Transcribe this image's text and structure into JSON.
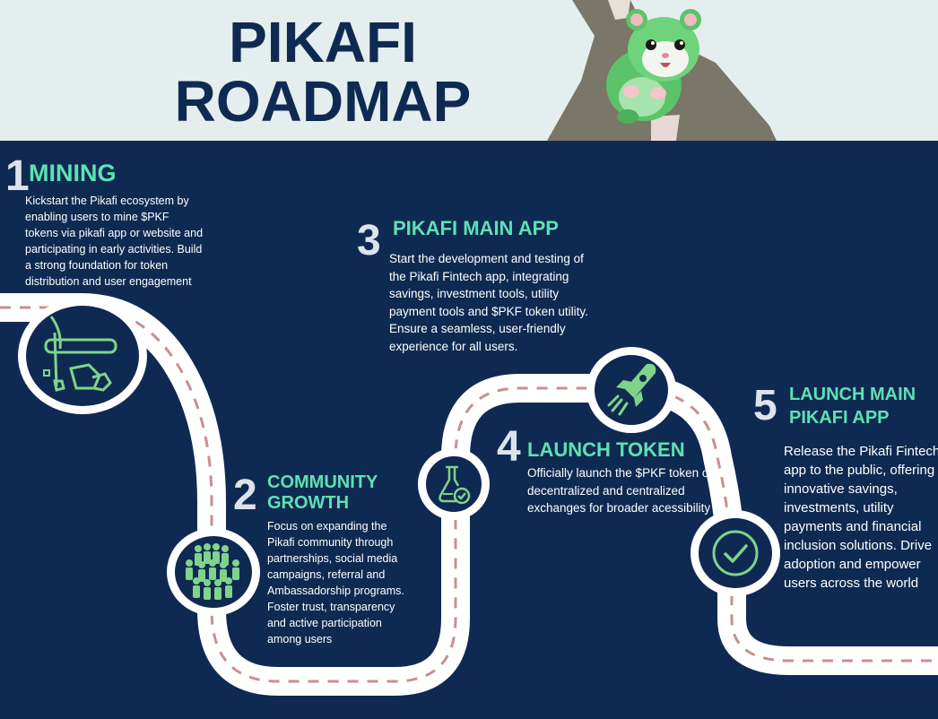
{
  "header": {
    "title_line1": "PIKAFI",
    "title_line2": "ROADMAP"
  },
  "colors": {
    "navy": "#0f2a52",
    "header_bg": "#e4eeee",
    "accent_green": "#5fe0b5",
    "icon_green": "#7fd48a",
    "road_white": "#ffffff",
    "dash_pink": "#c98f8f"
  },
  "stages": [
    {
      "number": "1",
      "title": "MINING",
      "icon": "pickaxe-icon",
      "description": "Kickstart the Pikafi ecosystem by enabling users to mine $PKF tokens via pikafi app or website and participating in early activities. Build a strong foundation for token distribution and user engagement"
    },
    {
      "number": "2",
      "title_line1": "COMMUNITY",
      "title_line2": "GROWTH",
      "icon": "community-icon",
      "description": "Focus on expanding the Pikafi community through partnerships, social media campaigns, referral and Ambassadorship programs. Foster trust, transparency and active participation among users"
    },
    {
      "number": "3",
      "title": "PIKAFI MAIN APP",
      "icon": "flask-check-icon",
      "description": "Start the development and testing of the Pikafi Fintech app, integrating savings, investment tools, utility payment tools and $PKF token utility. Ensure a seamless, user-friendly experience for all users."
    },
    {
      "number": "4",
      "title": "LAUNCH TOKEN",
      "icon": "rocket-icon",
      "description": "Officially launch the $PKF token on decentralized and centralized exchanges for broader acessibility"
    },
    {
      "number": "5",
      "title_line1": "LAUNCH MAIN",
      "title_line2": "PIKAFI APP",
      "icon": "check-circle-icon",
      "description": "Release the Pikafi Fintech app to the public, offering innovative savings, investments, utility payments and financial inclusion solutions. Drive adoption and empower users across the world"
    }
  ]
}
